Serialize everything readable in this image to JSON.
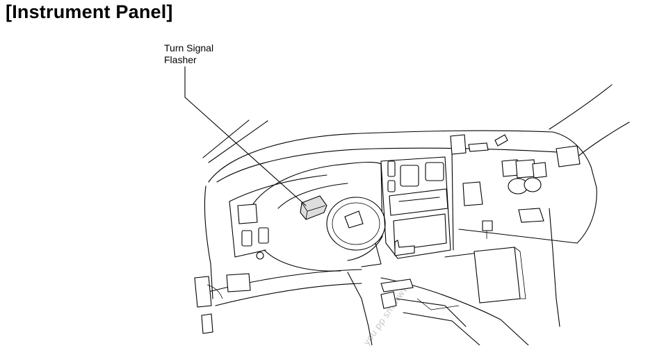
{
  "page": {
    "title": "[Instrument Panel]"
  },
  "callouts": [
    {
      "id": "turn-signal-flasher",
      "lines": [
        "Turn Signal",
        "Flasher"
      ]
    }
  ],
  "watermark": {
    "text": "you pp sm.www",
    "color": "#c8c8c8"
  }
}
